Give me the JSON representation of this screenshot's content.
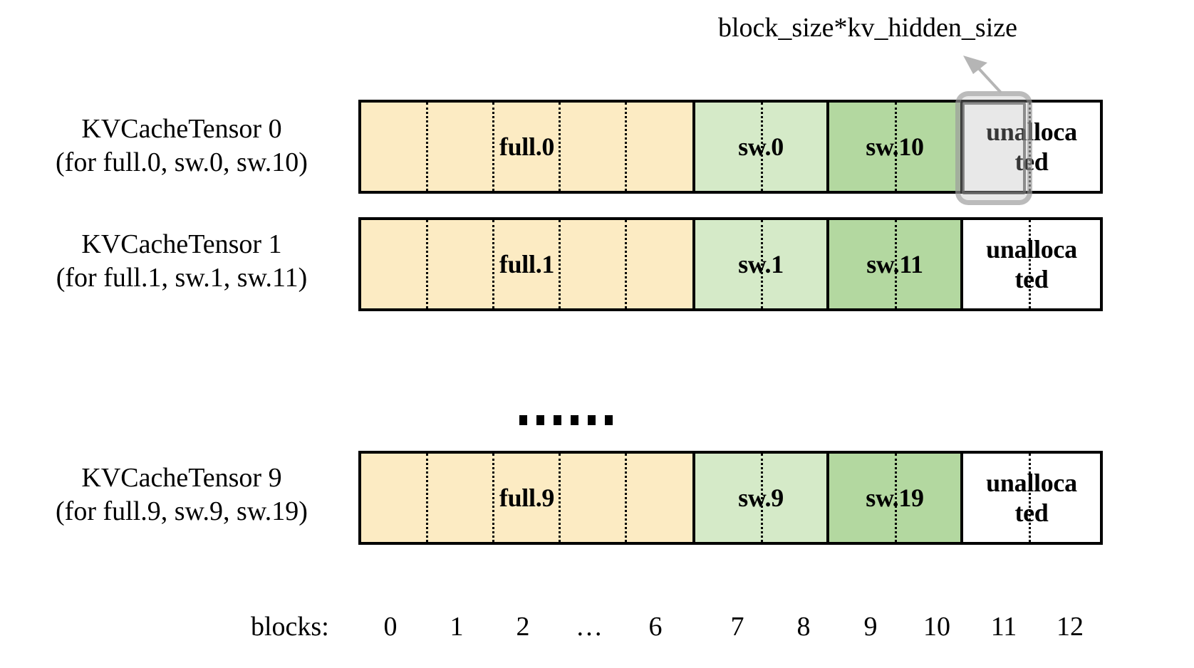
{
  "diagram": {
    "title_annotation": "block_size*kv_hidden_size",
    "colors": {
      "full_fill": "#FCEBC3",
      "sw_light_fill": "#D5EAC8",
      "sw_dark_fill": "#B3D8A0",
      "unallocated_fill": "#FFFFFF",
      "outline": "#000000",
      "highlight_box": "#B4B4B4",
      "arrow": "#B0B0B0"
    },
    "rows": [
      {
        "label_line1": "KVCacheTensor 0",
        "label_line2": "(for full.0, sw.0, sw.10)",
        "segments": [
          {
            "name": "full",
            "label": "full.0",
            "blocks": 7,
            "fill": "full"
          },
          {
            "name": "sw-light",
            "label": "sw.0",
            "blocks": 2,
            "fill": "sw_light"
          },
          {
            "name": "sw-dark",
            "label": "sw.10",
            "blocks": 2,
            "fill": "sw_dark"
          },
          {
            "name": "unallocated",
            "label": "unalloca ted",
            "label_a": "unalloca",
            "label_b": "ted",
            "blocks": 2,
            "fill": "unallocated"
          }
        ]
      },
      {
        "label_line1": "KVCacheTensor 1",
        "label_line2": "(for full.1, sw.1, sw.11)",
        "segments": [
          {
            "name": "full",
            "label": "full.1",
            "blocks": 7,
            "fill": "full"
          },
          {
            "name": "sw-light",
            "label": "sw.1",
            "blocks": 2,
            "fill": "sw_light"
          },
          {
            "name": "sw-dark",
            "label": "sw.11",
            "blocks": 2,
            "fill": "sw_dark"
          },
          {
            "name": "unallocated",
            "label": "unalloca ted",
            "label_a": "unalloca",
            "label_b": "ted",
            "blocks": 2,
            "fill": "unallocated"
          }
        ]
      },
      {
        "label_line1": "KVCacheTensor 9",
        "label_line2": "(for full.9, sw.9, sw.19)",
        "segments": [
          {
            "name": "full",
            "label": "full.9",
            "blocks": 7,
            "fill": "full"
          },
          {
            "name": "sw-light",
            "label": "sw.9",
            "blocks": 2,
            "fill": "sw_light"
          },
          {
            "name": "sw-dark",
            "label": "sw.19",
            "blocks": 2,
            "fill": "sw_dark"
          },
          {
            "name": "unallocated",
            "label": "unalloca ted",
            "label_a": "unalloca",
            "label_b": "ted",
            "blocks": 2,
            "fill": "unallocated"
          }
        ]
      }
    ],
    "vertical_ellipsis": "......",
    "axis": {
      "title": "blocks:",
      "ticks": [
        "0",
        "1",
        "2",
        "…",
        "6",
        "7",
        "8",
        "9",
        "10",
        "11",
        "12"
      ]
    }
  }
}
